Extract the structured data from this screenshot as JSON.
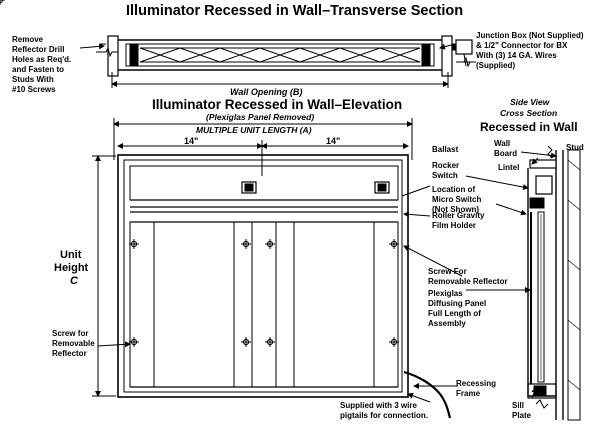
{
  "transverse": {
    "title": "Illuminator Recessed in Wall–Transverse Section",
    "left_note": [
      "Remove",
      "Reflector Drill",
      "Holes as Req'd.",
      "and Fasten to",
      "Studs With",
      "#10  Screws"
    ],
    "right_note": [
      "Junction Box (Not Supplied)",
      "& 1/2\" Connector for BX",
      "With (3) 14 GA. Wires",
      "(Supplied)"
    ],
    "opening_label": "Wall Opening (B)"
  },
  "elevation": {
    "title": "Illuminator Recessed in Wall–Elevation",
    "subtitle": "(Plexiglas Panel Removed)",
    "length_label": "MULTIPLE UNIT LENGTH (A)",
    "dim_left": "14\"",
    "dim_right": "14\"",
    "height_label": [
      "Unit",
      "Height",
      "C"
    ],
    "labels": {
      "screw_removable_reflector_right": [
        "Screw For",
        "Removable Reflector"
      ],
      "screw_removable_reflector_left": [
        "Screw for",
        "Removable",
        "Reflector"
      ],
      "recessing_frame": [
        "Recessing",
        "Frame"
      ],
      "pigtails": [
        "Supplied with 3 wire",
        "pigtails for connection."
      ],
      "ballast": "Ballast",
      "rocker_switch": [
        "Rocker",
        "Switch"
      ],
      "micro_switch": [
        "Location of",
        "Micro Switch",
        "(Not Shown)"
      ],
      "roller": [
        "Roller Gravity",
        "Film Holder"
      ],
      "plexiglas": [
        "Plexiglas",
        "Diffusing Panel",
        "Full Length of",
        "Assembly"
      ]
    }
  },
  "side_view": {
    "subtitle": [
      "Side View",
      "Cross Section"
    ],
    "title": "Recessed in Wall",
    "wall_board": [
      "Wall",
      "Board"
    ],
    "stud": "Stud",
    "lintel": "Lintel",
    "sill_plate": [
      "Sill",
      "Plate"
    ]
  }
}
